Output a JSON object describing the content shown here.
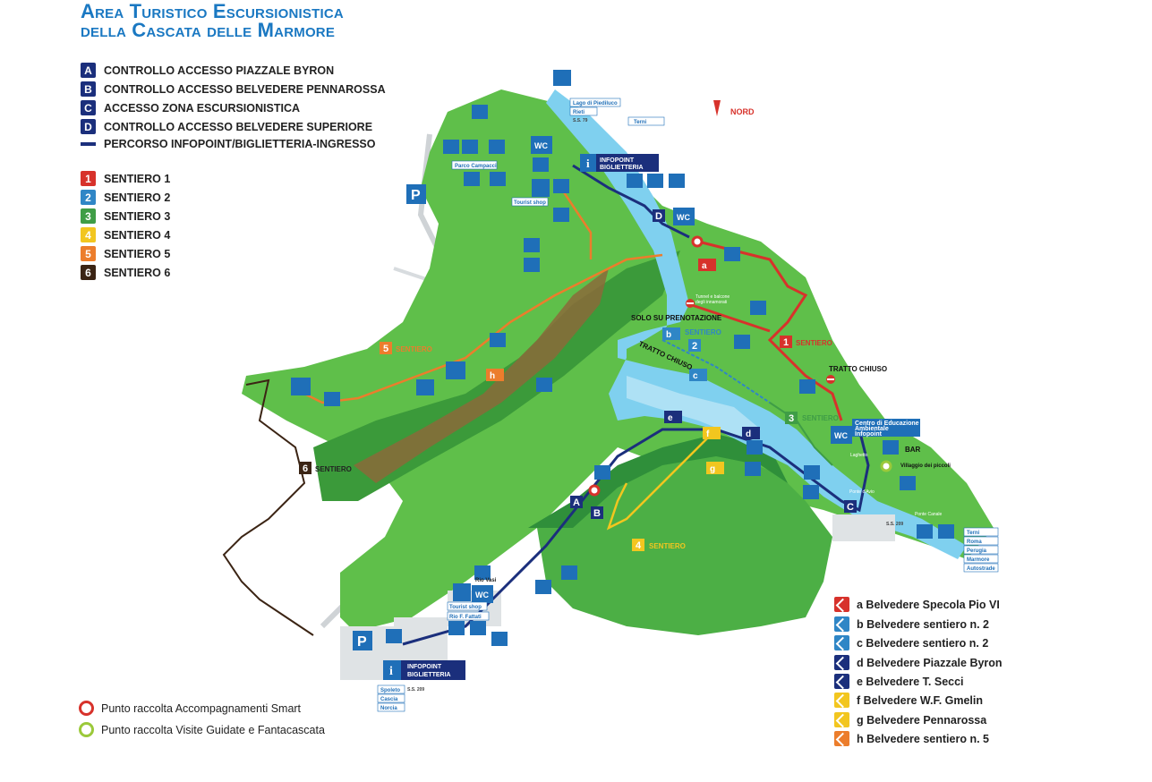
{
  "title": {
    "line1": "Area Turistico Escursionistica",
    "line2": "della Cascata delle Marmore"
  },
  "access_legend": [
    {
      "key": "A",
      "label": "CONTROLLO ACCESSO PIAZZALE BYRON"
    },
    {
      "key": "B",
      "label": "CONTROLLO ACCESSO BELVEDERE PENNAROSSA"
    },
    {
      "key": "C",
      "label": "ACCESSO ZONA ESCURSIONISTICA"
    },
    {
      "key": "D",
      "label": "CONTROLLO ACCESSO BELVEDERE SUPERIORE"
    },
    {
      "key": "",
      "label": "PERCORSO INFOPOINT/BIGLIETTERIA-INGRESSO"
    }
  ],
  "trail_legend": [
    {
      "key": "1",
      "label": "SENTIERO 1",
      "color": "#d7322b"
    },
    {
      "key": "2",
      "label": "SENTIERO 2",
      "color": "#2f86c6"
    },
    {
      "key": "3",
      "label": "SENTIERO 3",
      "color": "#3f9d46"
    },
    {
      "key": "4",
      "label": "SENTIERO 4",
      "color": "#f2c61f"
    },
    {
      "key": "5",
      "label": "SENTIERO 5",
      "color": "#ec7d2c"
    },
    {
      "key": "6",
      "label": "SENTIERO 6",
      "color": "#3b2414"
    }
  ],
  "belvedere_legend": [
    {
      "label": "a Belvedere Specola Pio VI",
      "color": "#d7322b"
    },
    {
      "label": "b Belvedere sentiero n. 2",
      "color": "#2f86c6"
    },
    {
      "label": "c Belvedere sentiero n. 2",
      "color": "#2f86c6"
    },
    {
      "label": "d Belvedere Piazzale Byron",
      "color": "#1b2f7c"
    },
    {
      "label": "e Belvedere T. Secci",
      "color": "#1b2f7c"
    },
    {
      "label": "f Belvedere W.F. Gmelin",
      "color": "#f2c61f"
    },
    {
      "label": "g Belvedere Pennarossa",
      "color": "#f2c61f"
    },
    {
      "label": "h Belvedere sentiero n. 5",
      "color": "#ec7d2c"
    }
  ],
  "points_legend": [
    {
      "label": "Punto raccolta Accompagnamenti Smart",
      "color": "#d7322b"
    },
    {
      "label": "Punto raccolta Visite Guidate e Fantacascata",
      "color": "#9bc93a"
    }
  ],
  "map_labels": {
    "nord": "NORD",
    "infopoint_top_1": "INFOPOINT",
    "infopoint_top_2": "BIGLIETTERIA",
    "infopoint_bottom_1": "INFOPOINT",
    "infopoint_bottom_2": "BIGLIETTERIA",
    "solo_prenotazione": "SOLO SU PRENOTAZIONE",
    "tratto_chiuso_1": "TRATTO CHIUSO",
    "tratto_chiuso_2": "TRATTO CHIUSO",
    "sentiero_word": "SENTIERO",
    "lago": "Lago di Piediluco",
    "rieti": "Rieti",
    "ss79": "S.S. 79",
    "terni_top": "Terni",
    "parco": "Parco Campacci",
    "tourist_shop_top": "Tourist shop",
    "tourist_shop_bottom": "Tourist shop",
    "rio_vasi": "Rio Vasi",
    "rio_fabbri": "Rio F. Fattati",
    "spoleto": "Spoleto",
    "cascia": "Cascia",
    "norcia": "Norcia",
    "ss209_b": "S.S. 209",
    "ss209_r": "S.S. 209",
    "terni_r": "Terni",
    "roma": "Roma",
    "perugia": "Perugia",
    "marmore": "Marmore",
    "autostrade": "Autostrade",
    "centro_1": "Centro di Educazione",
    "centro_2": "Ambientale",
    "centro_3": "Infopoint",
    "bar": "BAR",
    "villaggio": "Villaggio dei piccoli",
    "ponte_avio": "Ponte d'Avio",
    "ponte_canale": "Ponte Canale",
    "lagheto": "Laghetto",
    "tunnel_1": "Tunnel e balcone",
    "tunnel_2": "degli innamorati",
    "wc": "WC",
    "p": "P",
    "a": "A",
    "b": "B",
    "c": "C",
    "d": "D",
    "n1": "1",
    "n2": "2",
    "n3": "3",
    "n4": "4",
    "n5": "5",
    "n6": "6",
    "va": "a",
    "vb": "b",
    "vc": "c",
    "vd": "d",
    "ve": "e",
    "vf": "f",
    "vg": "g",
    "vh": "h"
  },
  "colors": {
    "river": "#7fd0ef",
    "green_light": "#5fbf4a",
    "green_dark": "#3b9a3a",
    "ridge": "#8b6a3a",
    "road_blue": "#1b2f7c",
    "icon_blue": "#1f6fb8"
  }
}
